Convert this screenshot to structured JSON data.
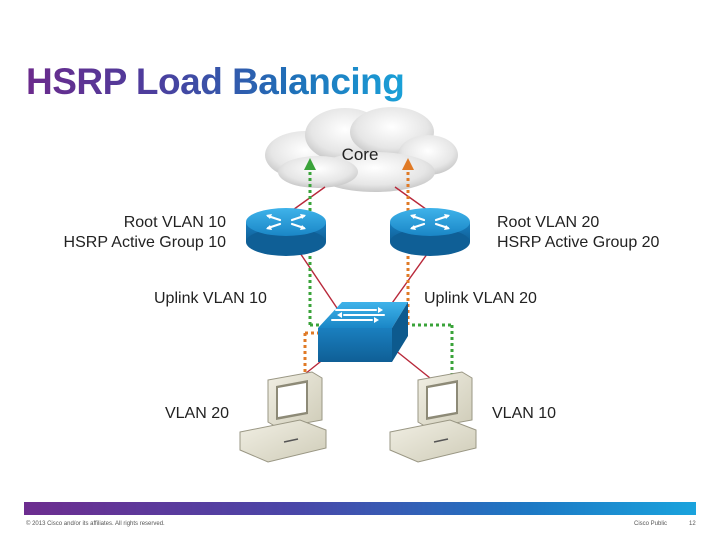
{
  "slide": {
    "title": "HSRP Load Balancing"
  },
  "diagram": {
    "core_label": "Core",
    "left_router_line1": "Root VLAN 10",
    "left_router_line2": "HSRP Active Group 10",
    "right_router_line1": "Root VLAN 20",
    "right_router_line2": "HSRP Active Group 20",
    "uplink_left": "Uplink VLAN 10",
    "uplink_right": "Uplink VLAN 20",
    "vlan_left_pc": "VLAN 20",
    "vlan_right_pc": "VLAN 10"
  },
  "colors": {
    "link": "#b8283a",
    "green_path": "#3aa33a",
    "orange_path": "#e07a26",
    "device_blue": "#1b8fcf"
  },
  "footer": {
    "copyright": "© 2013 Cisco and/or its affiliates. All rights reserved.",
    "classification": "Cisco Public",
    "page_number": "12"
  }
}
